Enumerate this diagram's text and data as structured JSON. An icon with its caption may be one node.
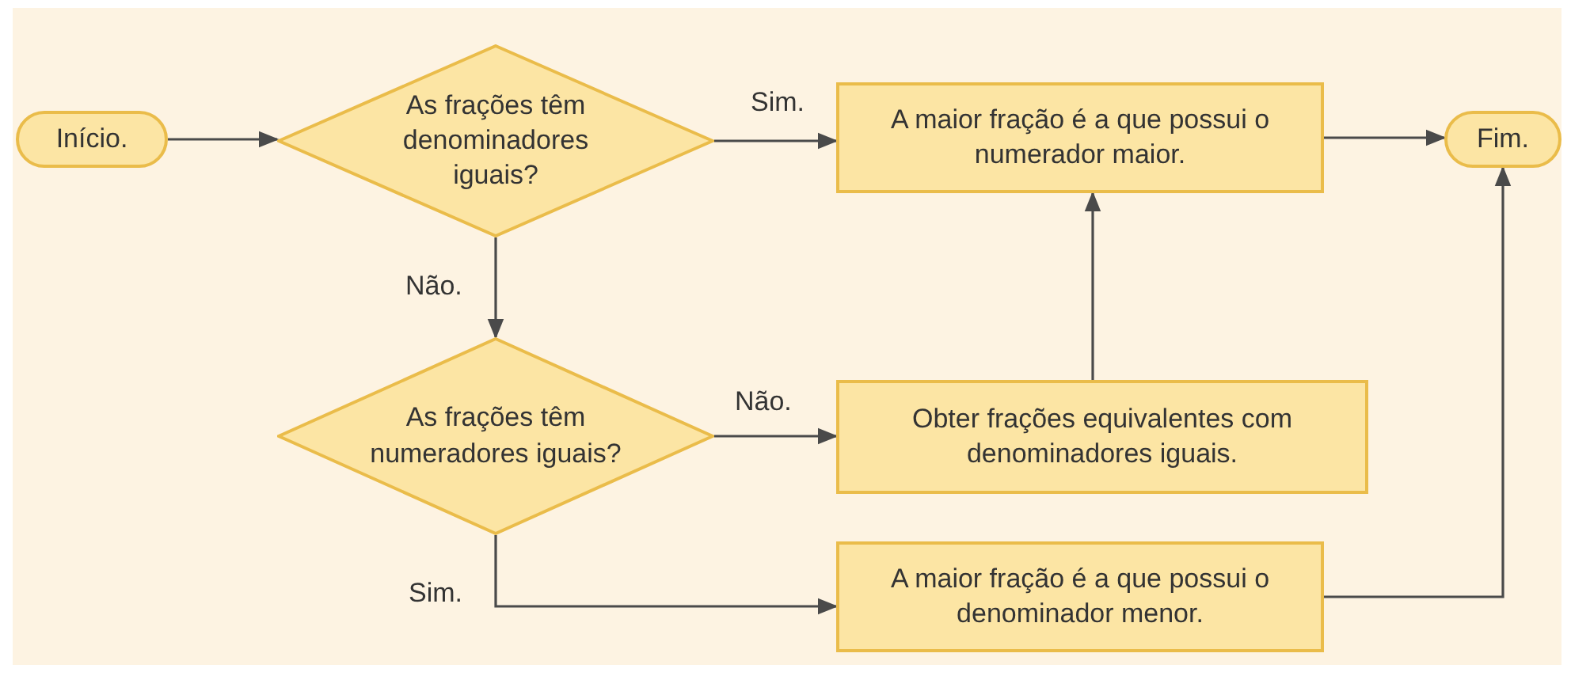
{
  "diagram": {
    "nodes": [
      {
        "text": [
          "Início."
        ]
      },
      {
        "text": [
          "As frações têm denominadores iguais?"
        ]
      },
      {
        "text": [
          "A maior fração é a que possui o numerador maior."
        ]
      },
      {
        "text": [
          "Fim."
        ]
      },
      {
        "text": [
          "As frações têm numeradores iguais?"
        ]
      },
      {
        "text": [
          "Obter frações equivalentes com denominadores iguais."
        ]
      },
      {
        "text": [
          "A maior fração é a que possui o denominador menor."
        ]
      }
    ],
    "edges": [
      {
        "from": 0,
        "to": 1,
        "arrow": "to"
      },
      {
        "from": 1,
        "to": 2,
        "arrow": "to",
        "label": "Sim."
      },
      {
        "from": 2,
        "to": 3,
        "arrow": "to"
      },
      {
        "from": 1,
        "to": 4,
        "arrow": "to",
        "label": "Não."
      },
      {
        "from": 4,
        "to": 5,
        "arrow": "to",
        "label": "Não."
      },
      {
        "from": 5,
        "to": 2,
        "arrow": "to"
      },
      {
        "from": 4,
        "to": 6,
        "arrow": "to",
        "label": "Sim."
      },
      {
        "from": 6,
        "to": 3,
        "arrow": "to"
      }
    ]
  }
}
